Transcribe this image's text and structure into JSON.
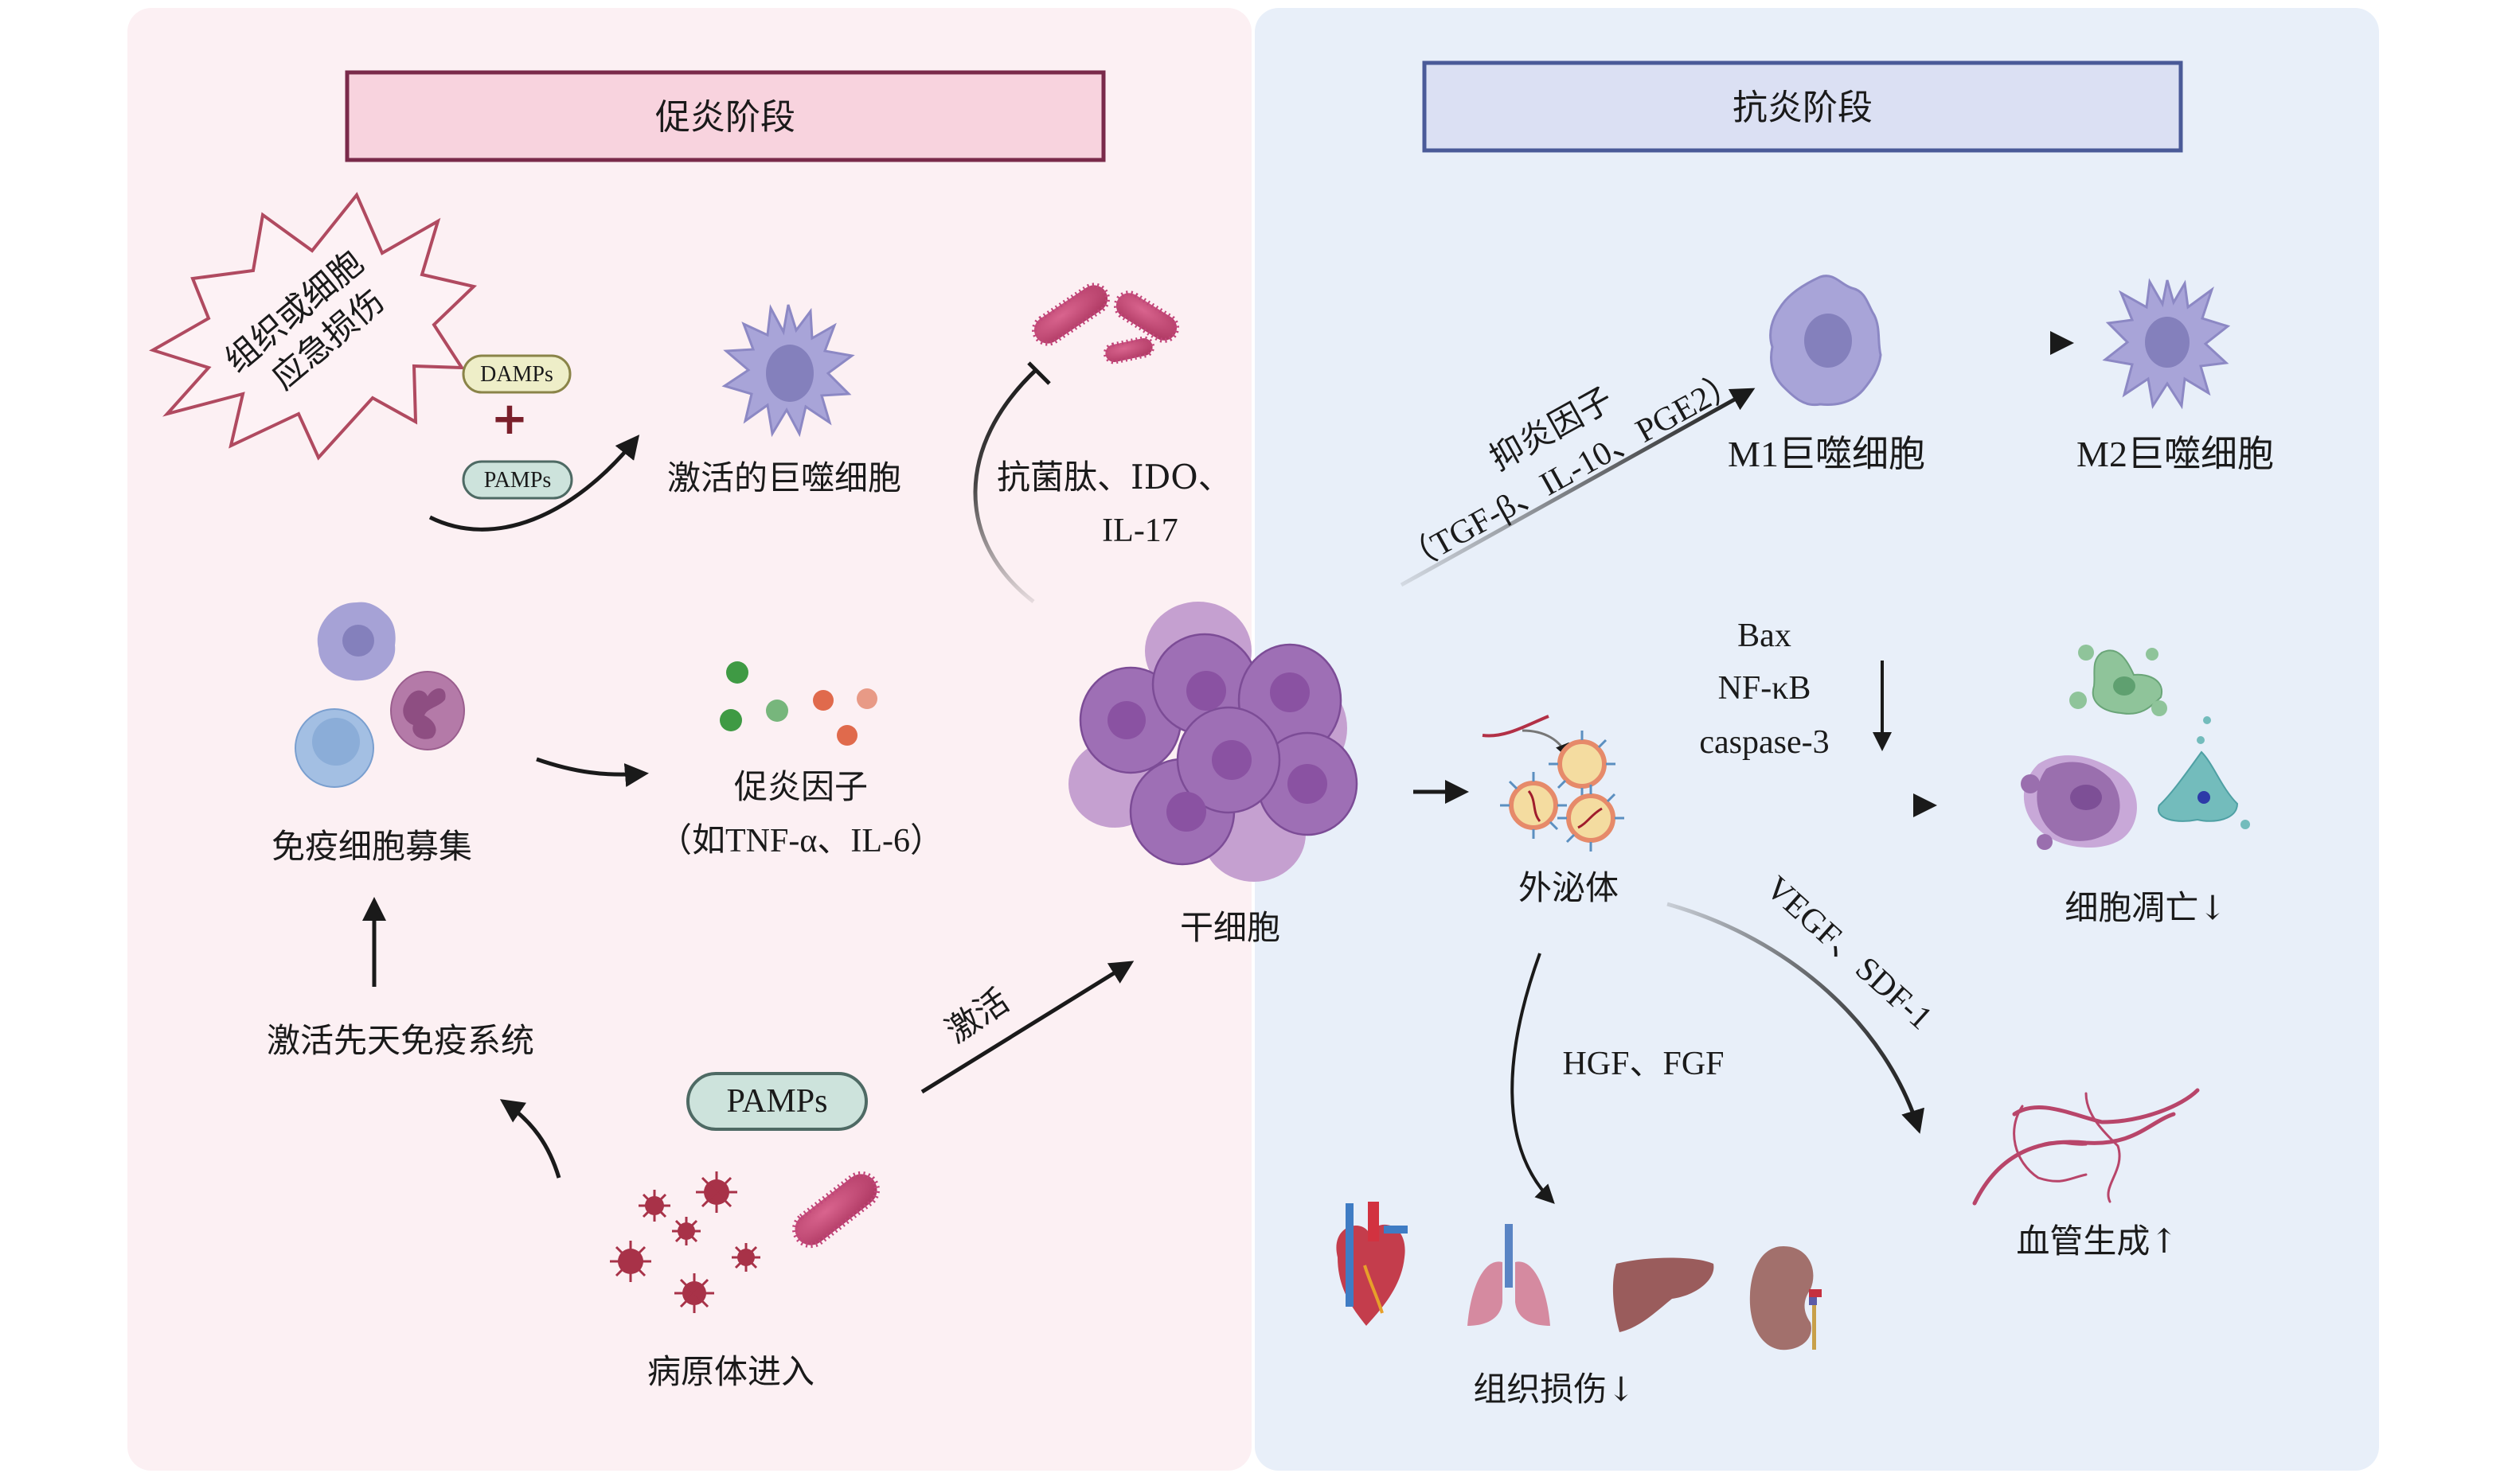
{
  "colors": {
    "pro_panel_bg": "#fcf0f3",
    "anti_panel_bg": "#e8eff9",
    "pro_title_fill": "#f8d3de",
    "pro_title_border": "#7a2a4a",
    "anti_title_fill": "#dbe0f3",
    "anti_title_border": "#4a5a98",
    "burst_stroke": "#b04a60",
    "bacteria": "#c24a74",
    "virus": "#a83248",
    "damps_fill": "#eeeec8",
    "pamps_fill": "#cde3dc",
    "plus": "#7a1f2a",
    "arrow": "#1a1a1a"
  },
  "pro_phase": {
    "title": "促炎阶段",
    "injury_burst": {
      "line1": "组织或细胞",
      "line2": "应急损伤"
    },
    "damps_label": "DAMPs",
    "plus_sign": "+",
    "pamps_small_label": "PAMPs",
    "activated_macrophage_label": "激活的巨噬细胞",
    "antimicrobial_label_line1": "抗菌肽、IDO、",
    "antimicrobial_label_line2": "IL-17",
    "immune_recruit_label": "免疫细胞募集",
    "proinflam_factor_label": "促炎因子",
    "proinflam_factor_examples": "（如TNF-α、IL-6）",
    "innate_immune_label": "激活先天免疫系统",
    "pamps_label": "PAMPs",
    "activate_label": "激活",
    "pathogen_entry_label": "病原体进入"
  },
  "center": {
    "stem_cell_label": "干细胞"
  },
  "anti_phase": {
    "title": "抗炎阶段",
    "anti_factor_line1": "抑炎因子",
    "anti_factor_line2": "（TGF-β、IL-10、PGE2）",
    "m1_label": "M1巨噬细胞",
    "m2_label": "M2巨噬细胞",
    "apoptosis_factors": [
      "Bax",
      "NF-κB",
      "caspase-3"
    ],
    "exosome_label": "外泌体",
    "apoptosis_label": "细胞凋亡↓",
    "angio_factors_label": "VEGF、SDF-1",
    "tissue_factors_label": "HGF、FGF",
    "angiogenesis_label": "血管生成↑",
    "tissue_injury_label": "组织损伤↓"
  }
}
